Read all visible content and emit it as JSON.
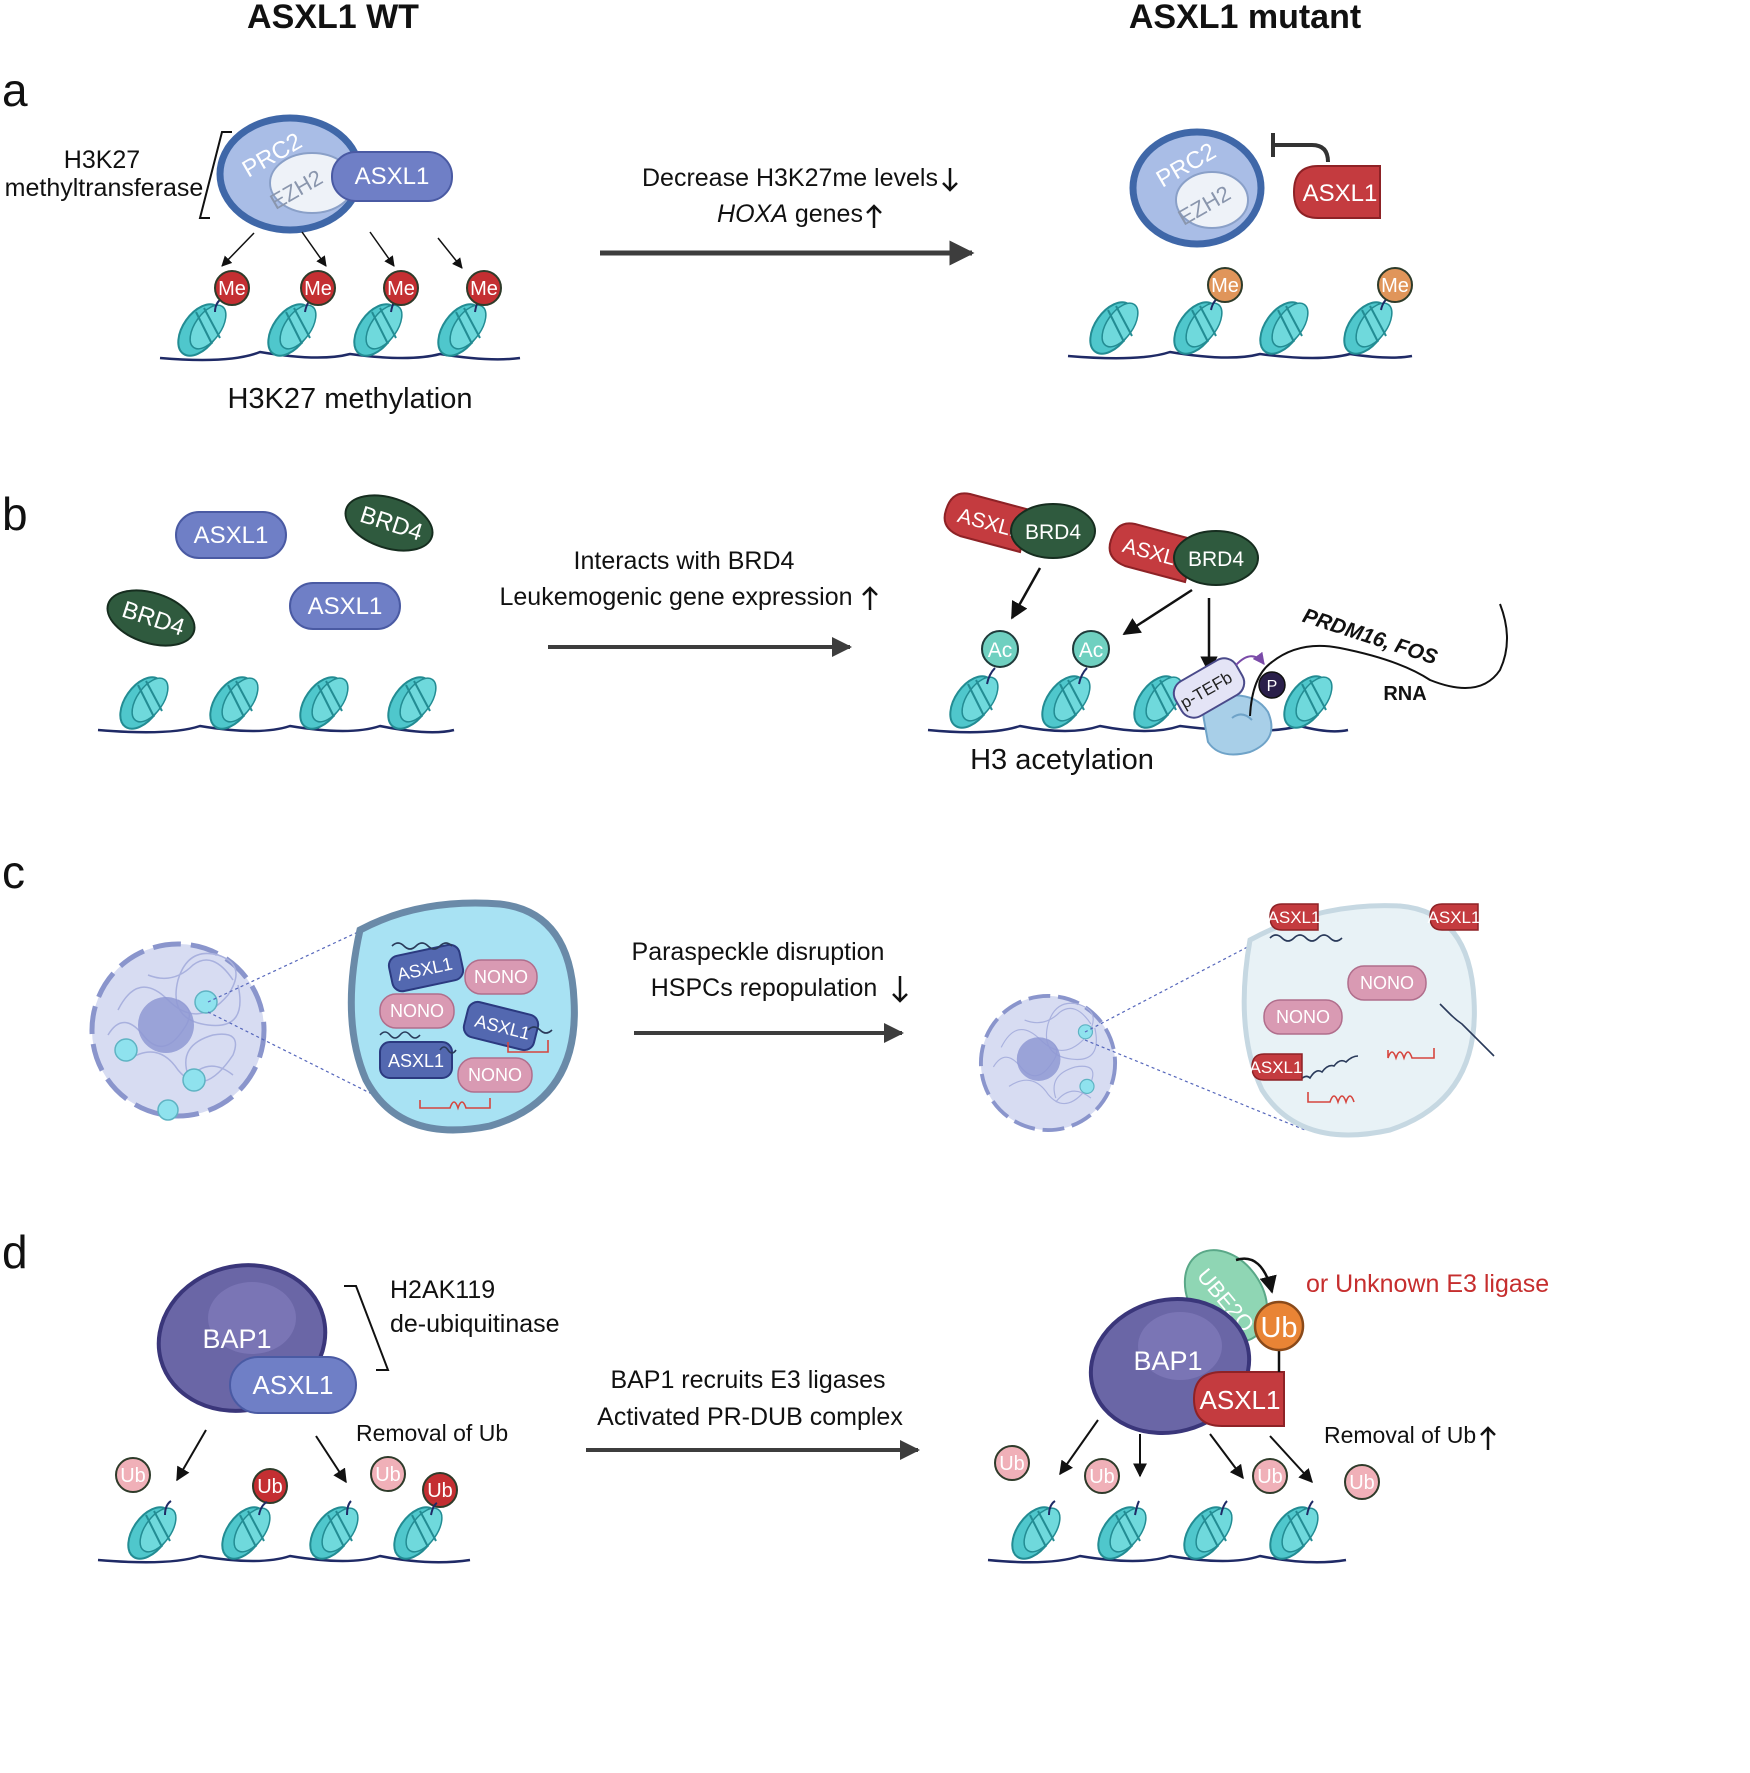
{
  "headers": {
    "wt": "ASXL1 WT",
    "mutant": "ASXL1 mutant"
  },
  "panels": {
    "a": {
      "letter": "a",
      "bracket_line1": "H3K27",
      "bracket_line2": "methyltransferase",
      "prc2": "PRC2",
      "ezh2": "EZH2",
      "asxl1": "ASXL1",
      "me": "Me",
      "bottom": "H3K27 methylation",
      "arrow_line1": "Decrease H3K27me levels",
      "arrow_line2_italic": "HOXA",
      "arrow_line2_rest": " genes"
    },
    "b": {
      "letter": "b",
      "asxl1": "ASXL1",
      "brd4": "BRD4",
      "ac": "Ac",
      "ptefb": "p-TEFb",
      "p": "P",
      "genes": "PRDM16, FOS",
      "rna": "RNA",
      "bottom": "H3 acetylation",
      "arrow_line1": "Interacts with BRD4",
      "arrow_line2": "Leukemogenic gene expression"
    },
    "c": {
      "letter": "c",
      "asxl1": "ASXL1",
      "nono": "NONO",
      "arrow_line1": "Paraspeckle disruption",
      "arrow_line2": "HSPCs repopulation"
    },
    "d": {
      "letter": "d",
      "bap1": "BAP1",
      "asxl1": "ASXL1",
      "ube2o": "UBE2O",
      "ub": "Ub",
      "bracket_line1": "H2AK119",
      "bracket_line2": "de-ubiquitinase",
      "removal": "Removal of Ub",
      "unknown_e3": "or Unknown E3 ligase",
      "arrow_line1": "BAP1 recruits E3 ligases",
      "arrow_line2": "Activated PR-DUB complex"
    }
  },
  "colors": {
    "asxl1_wt": "#6f7fc6",
    "asxl1_mut": "#c43b3f",
    "brd4": "#2f5a3e",
    "me_wt": "#c42f32",
    "me_mut": "#e0955a",
    "ac": "#6fd0c0",
    "nucleosome": "#4fc7cc",
    "nono": "#d99ab3",
    "bap1": "#6a66a6",
    "ube2o": "#8fd6b4",
    "ub_light": "#f0b0b8",
    "ub_orange": "#e98435",
    "e3_text": "#c62e2e"
  }
}
